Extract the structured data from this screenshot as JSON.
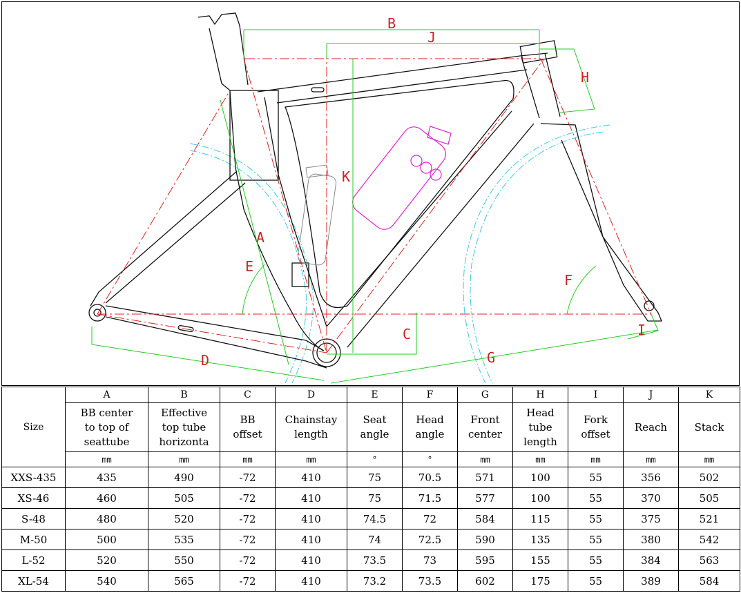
{
  "dimension_letters": [
    "B",
    "J",
    "H",
    "K",
    "A",
    "E",
    "F",
    "C",
    "D",
    "G",
    "I"
  ],
  "table": {
    "size_header": "Size",
    "columns": [
      {
        "letter": "A",
        "name": [
          "BB center",
          "to top of",
          "seattube"
        ],
        "unit": "mm"
      },
      {
        "letter": "B",
        "name": [
          "Effective",
          "top tube",
          "horizonta"
        ],
        "unit": "mm"
      },
      {
        "letter": "C",
        "name": [
          "BB",
          "offset"
        ],
        "unit": "mm"
      },
      {
        "letter": "D",
        "name": [
          "Chainstay",
          "length"
        ],
        "unit": "mm"
      },
      {
        "letter": "E",
        "name": [
          "Seat",
          "angle"
        ],
        "unit": "°"
      },
      {
        "letter": "F",
        "name": [
          "Head",
          "angle"
        ],
        "unit": "°"
      },
      {
        "letter": "G",
        "name": [
          "Front",
          "center"
        ],
        "unit": "mm"
      },
      {
        "letter": "H",
        "name": [
          "Head",
          "tube",
          "length"
        ],
        "unit": "mm"
      },
      {
        "letter": "I",
        "name": [
          "Fork",
          "offset"
        ],
        "unit": "mm"
      },
      {
        "letter": "J",
        "name": [
          "Reach"
        ],
        "unit": "mm"
      },
      {
        "letter": "K",
        "name": [
          "Stack"
        ],
        "unit": "mm"
      }
    ],
    "rows": [
      {
        "size": "XXS-435",
        "values": [
          "435",
          "490",
          "-72",
          "410",
          "75",
          "70.5",
          "571",
          "100",
          "55",
          "356",
          "502"
        ]
      },
      {
        "size": "XS-46",
        "values": [
          "460",
          "505",
          "-72",
          "410",
          "75",
          "71.5",
          "577",
          "100",
          "55",
          "370",
          "505"
        ]
      },
      {
        "size": "S-48",
        "values": [
          "480",
          "520",
          "-72",
          "410",
          "74.5",
          "72",
          "584",
          "115",
          "55",
          "375",
          "521"
        ]
      },
      {
        "size": "M-50",
        "values": [
          "500",
          "535",
          "-72",
          "410",
          "74",
          "72.5",
          "590",
          "135",
          "55",
          "380",
          "542"
        ]
      },
      {
        "size": "L-52",
        "values": [
          "520",
          "550",
          "-72",
          "410",
          "73.5",
          "73",
          "595",
          "155",
          "55",
          "384",
          "563"
        ]
      },
      {
        "size": "XL-54",
        "values": [
          "540",
          "565",
          "-72",
          "410",
          "73.2",
          "73.5",
          "602",
          "175",
          "55",
          "389",
          "584"
        ]
      }
    ]
  }
}
